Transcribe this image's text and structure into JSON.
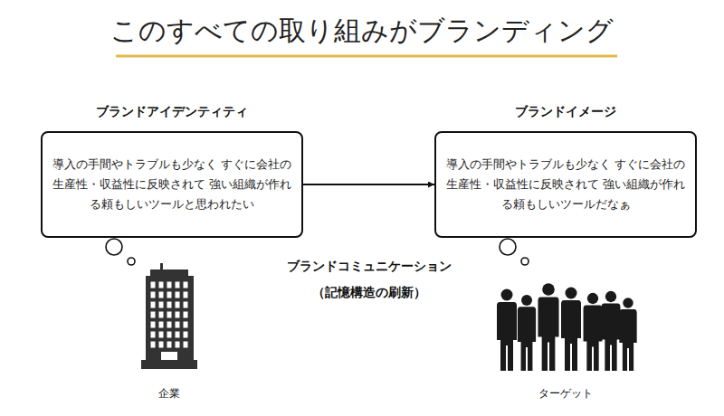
{
  "diagram": {
    "title": "このすべての取り組みがブランディング",
    "nodes": [
      {
        "text": [
          "ブランドアイデンティティ",
          "導入の手間やトラブルも少なく すぐに会社の生産性・収益性に反映されて 強い組織が作れる頼もしいツールと思われたい"
        ]
      },
      {
        "text": [
          "ブランドイメージ",
          "導入の手間やトラブルも少なく すぐに会社の生産性・収益性に反映されて 強い組織が作れる頼もしいツールだなぁ"
        ]
      }
    ],
    "edges": [
      {
        "from": 0,
        "to": 1,
        "arrow": "to"
      }
    ],
    "labels": [
      "ブランドコミュニケーション",
      "（記憶構造の刷新）",
      "企業",
      "ターゲット"
    ]
  }
}
